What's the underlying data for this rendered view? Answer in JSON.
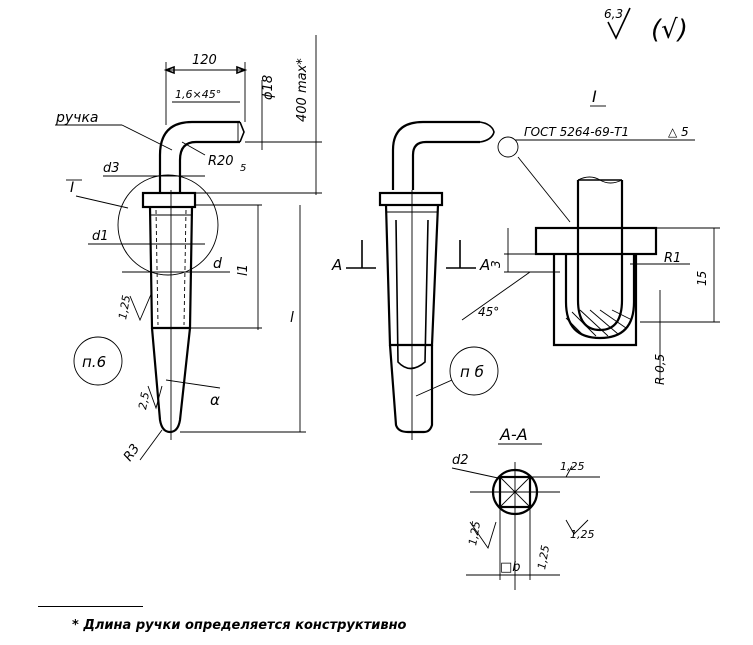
{
  "roughness": {
    "main": "6,3",
    "rest": "(√)"
  },
  "labels": {
    "dim_120": "120",
    "chamfer": "1,6×45°",
    "phi18": "ϕ18",
    "max_len": "400 max*",
    "ruchka": "ручка",
    "d3": "d3",
    "r20": "R20",
    "r20_sub": "5",
    "view_I": "I",
    "d1": "d1",
    "d": "d",
    "l1": "l1",
    "l": "l",
    "r125a": "1,25",
    "p6_left": "п.6",
    "r25": "2,5",
    "alpha": "α",
    "r3": "R3",
    "sec_A_left": "А",
    "sec_A_right": "А",
    "p6_mid": "п б",
    "detail_I": "I",
    "gost": "ГОСТ 5264-69-Т1",
    "gost_weld": "△ 5",
    "dim_3": "3",
    "r1": "R1",
    "dim_15": "15",
    "dim_45": "45°",
    "r05": "R 0,5",
    "section_AA": "А-А",
    "d2": "d2",
    "r125b": "1,25",
    "r125c": "1,25",
    "r125d": "1,25",
    "r125e": "1,25",
    "b": "□b"
  },
  "footnote": "* Длина ручки определяется конструктивно"
}
